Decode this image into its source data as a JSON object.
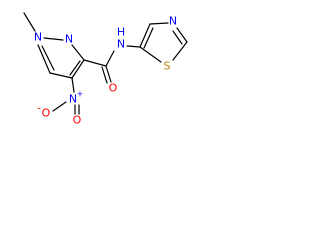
{
  "molecule": {
    "atoms": {
      "n1": {
        "label": "N",
        "color": "#0000ff"
      },
      "n2": {
        "label": "N",
        "color": "#0000ff"
      },
      "n_nitro": {
        "label": "N",
        "color": "#0000ff"
      },
      "plus": {
        "label": "+",
        "color": "#0000ff"
      },
      "o_minus": {
        "label": "O",
        "color": "#ff0000"
      },
      "minus": {
        "label": "-",
        "color": "#ff0000"
      },
      "o_nitro": {
        "label": "O",
        "color": "#ff0000"
      },
      "o_amide": {
        "label": "O",
        "color": "#ff0000"
      },
      "n_amide": {
        "label": "N",
        "color": "#0000ff"
      },
      "h_amide": {
        "label": "H",
        "color": "#0000ff"
      },
      "s": {
        "label": "S",
        "color": "#b8860b"
      },
      "n_thiazole": {
        "label": "N",
        "color": "#0000ff"
      }
    }
  }
}
